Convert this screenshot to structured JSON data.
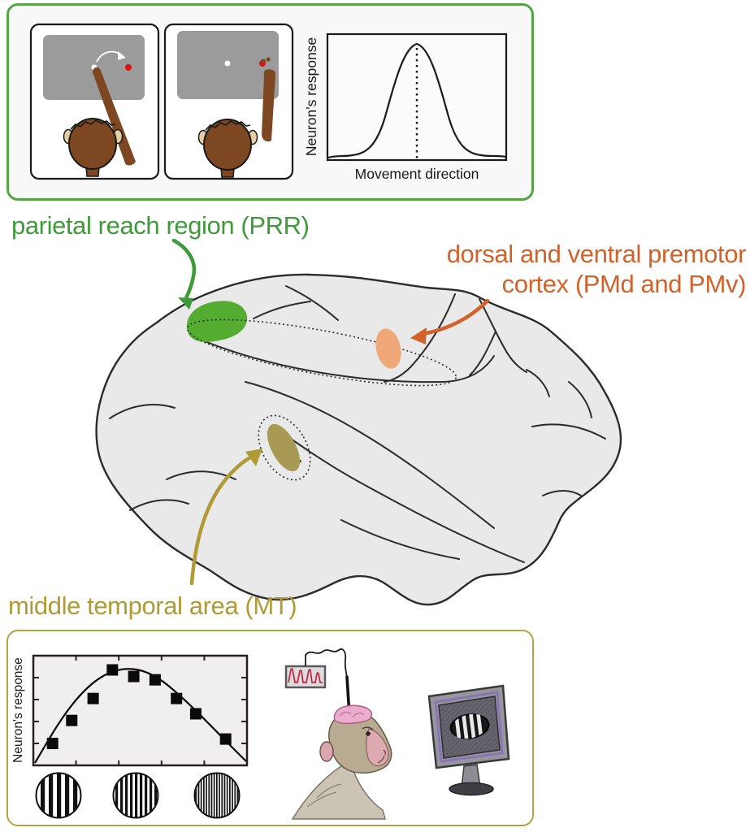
{
  "figure": {
    "kind": "brain-regions-diagram",
    "colors": {
      "prr_green_text": "#3f9a39",
      "prr_green_fill": "#54ad30",
      "premotor_orange_text": "#d2622a",
      "premotor_orange_fill": "#efa877",
      "mt_olive_text": "#b09a35",
      "mt_olive_fill": "#a89a55",
      "brain_fill": "#e9e9e9",
      "outline": "#2b2b2b",
      "top_box_border": "#56a544",
      "bottom_box_border": "#b5a342",
      "monkey_brown": "#7d4722",
      "screen_gray": "#9b9b9b",
      "red_target": "#dd1111",
      "spike_trace_red": "#c22846"
    }
  },
  "region_labels": {
    "prr": "parietal reach region (PRR)",
    "premotor_line1": "dorsal and ventral premotor",
    "premotor_line2": "cortex (PMd and PMv)",
    "mt": "middle temporal area (MT)"
  },
  "top_panel": {
    "graph": {
      "ylabel": "Neuron's response",
      "xlabel": "Movement direction"
    },
    "illustrations": [
      "monkey-reaching-to-start-dot",
      "monkey-touching-red-target"
    ]
  },
  "bottom_panel": {
    "graph": {
      "ylabel": "Neuron's response"
    },
    "illustrations": [
      "grating-stimuli",
      "monkey-with-electrode-and-oscilloscope",
      "monitor-with-grating"
    ]
  },
  "chart_data": [
    {
      "type": "line",
      "title": "",
      "xlabel": "Movement direction",
      "ylabel": "Neuron's response",
      "shape": "bell-shaped direction tuning curve",
      "peak_x_fraction": 0.5,
      "annotation": "dotted vertical line at tuning-curve peak",
      "grid": false,
      "legend": false
    },
    {
      "type": "scatter",
      "xlabel": "",
      "ylabel": "Neuron's response",
      "marker": "filled-square",
      "fit": "inverted-U curve",
      "x_axis_stimuli": [
        "coarse vertical grating",
        "medium vertical grating",
        "fine vertical grating"
      ],
      "points_fraction": [
        [
          0.09,
          0.2
        ],
        [
          0.18,
          0.41
        ],
        [
          0.28,
          0.61
        ],
        [
          0.37,
          0.87
        ],
        [
          0.47,
          0.81
        ],
        [
          0.57,
          0.78
        ],
        [
          0.67,
          0.61
        ],
        [
          0.76,
          0.47
        ],
        [
          0.9,
          0.24
        ]
      ],
      "grid": false,
      "legend": false
    }
  ]
}
